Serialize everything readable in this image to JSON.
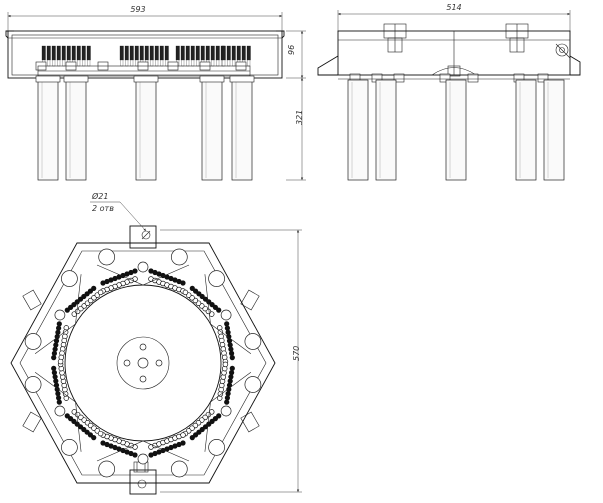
{
  "dimensions": {
    "front_width": "593",
    "front_box_height": "96",
    "front_total_height": "321",
    "side_width": "514",
    "plan_height": "570",
    "hole_diameter": "Ø21",
    "hole_count": "2 отв"
  }
}
